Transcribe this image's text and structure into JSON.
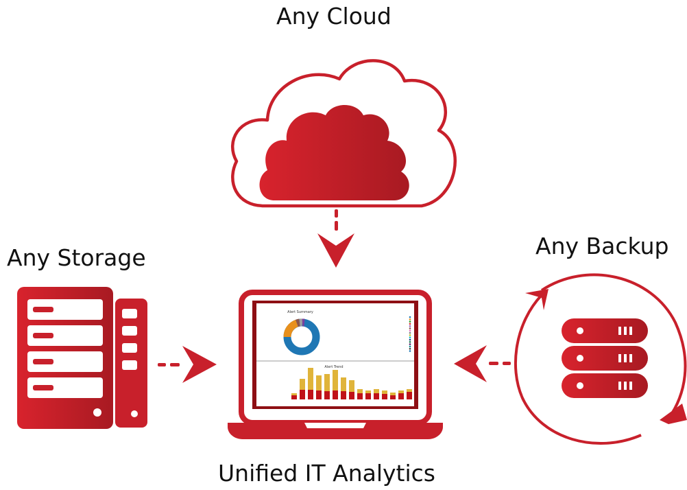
{
  "labels": {
    "cloud": "Any Cloud",
    "storage": "Any Storage",
    "backup": "Any Backup",
    "center": "Unified IT Analytics"
  },
  "dashboard": {
    "panel_top_title": "Alert Summary",
    "panel_bottom_title": "Alert Trend"
  },
  "colors": {
    "accent": "#c8202b",
    "accent_dark": "#a81a22",
    "bar_gold": "#e0b43a",
    "bar_red": "#c01218",
    "donut_blue": "#1f77b4",
    "donut_orange": "#e8901c",
    "text": "#111111"
  }
}
